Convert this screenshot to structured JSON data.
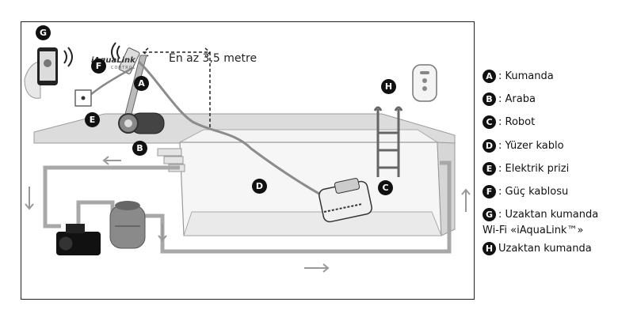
{
  "diagram": {
    "distance_label": "En az 3,5 metre",
    "brand_name": "iAquaLink",
    "brand_subtitle": "CONTROL",
    "markers": {
      "A": "A",
      "B": "B",
      "C": "C",
      "D": "D",
      "E": "E",
      "F": "F",
      "G": "G",
      "H": "H"
    }
  },
  "legend": {
    "items": [
      {
        "letter": "A",
        "label": ": Kumanda"
      },
      {
        "letter": "B",
        "label": ": Araba"
      },
      {
        "letter": "C",
        "label": ": Robot"
      },
      {
        "letter": "D",
        "label": ": Yüzer kablo"
      },
      {
        "letter": "E",
        "label": ": Elektrik prizi"
      },
      {
        "letter": "F",
        "label": ": Güç kablosu"
      },
      {
        "letter": "G",
        "label": ": Uzaktan kumanda"
      }
    ],
    "g_continuation": "Wi-Fi «iAquaLink™»",
    "h_item": {
      "letter": "H",
      "label": "Uzaktan kumanda"
    }
  },
  "colors": {
    "pipe": "#a8a8a8",
    "pool_wall": "#d8d8d8",
    "water": "#f2f2f2",
    "ink": "#111111"
  }
}
